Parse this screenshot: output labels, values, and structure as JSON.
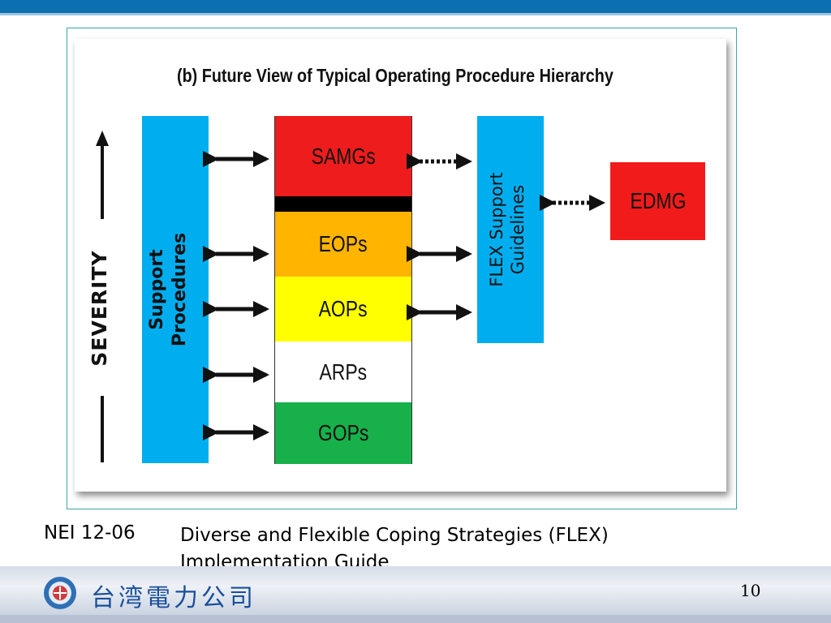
{
  "slide": {
    "diagram_title": "(b) Future View of Typical Operating Procedure Hierarchy",
    "severity_label": "SEVERITY",
    "support_label_line1": "Support",
    "support_label_line2": "Procedures",
    "levels": [
      {
        "label": "SAMGs",
        "color": "#ee1c1c"
      },
      {
        "label": "",
        "color": "#000000"
      },
      {
        "label": "EOPs",
        "color": "#ffb400"
      },
      {
        "label": "AOPs",
        "color": "#ffff00"
      },
      {
        "label": "ARPs",
        "color": "#ffffff"
      },
      {
        "label": "GOPs",
        "color": "#17b04a"
      }
    ],
    "flex_label_line1": "FLEX Support",
    "flex_label_line2": "Guidelines",
    "edmg_label": "EDMG",
    "caption_code": "NEI 12-06",
    "caption_title": "Diverse and Flexible Coping Strategies (FLEX) Implementation Guide"
  },
  "footer": {
    "company_name": "台湾電力公司",
    "page_number": "10"
  },
  "colors": {
    "top_bar": "#0b6fb0",
    "support_box": "#00aeef",
    "flex_box": "#00aeef",
    "edmg_box": "#f21b1b",
    "company_text": "#1a4f9c"
  }
}
